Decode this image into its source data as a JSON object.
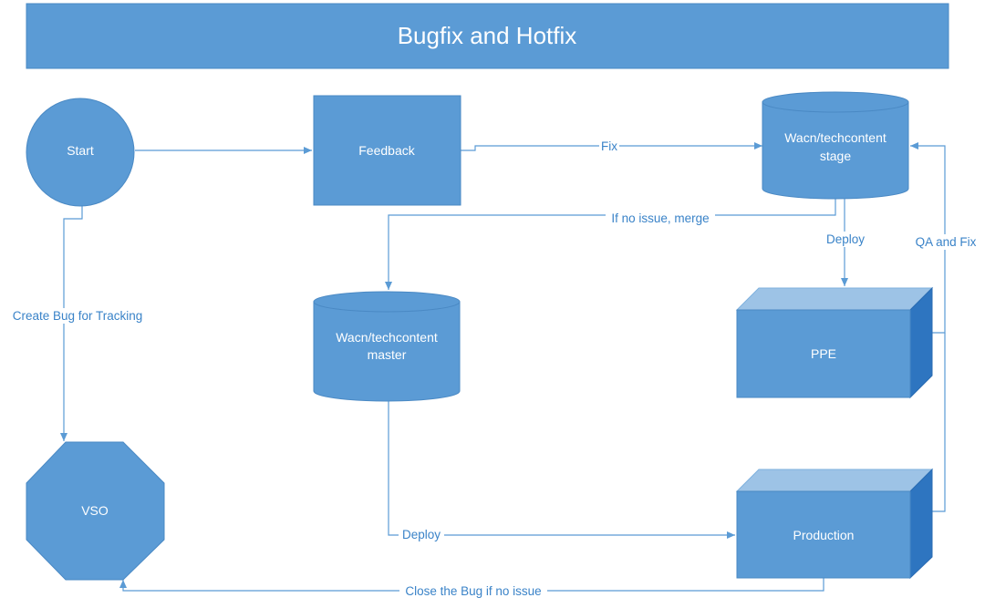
{
  "title": "Bugfix and Hotfix",
  "colors": {
    "node_fill": "#5b9bd5",
    "node_stroke": "#4a89c4",
    "box_top": "#9dc3e6",
    "box_side": "#2e75c0",
    "connector": "#5b9bd5",
    "edge_label": "#3a83c8"
  },
  "nodes": {
    "start": "Start",
    "feedback": "Feedback",
    "stage_line1": "Wacn/techcontent",
    "stage_line2": "stage",
    "master_line1": "Wacn/techcontent",
    "master_line2": "master",
    "ppe": "PPE",
    "production": "Production",
    "vso": "VSO"
  },
  "edges": {
    "fix": "Fix",
    "merge": "If no issue, merge",
    "deploy_ppe": "Deploy",
    "qa_fix": "QA and Fix",
    "create_bug": "Create Bug for Tracking",
    "deploy_prod": "Deploy",
    "close_bug": "Close the Bug if no issue"
  }
}
